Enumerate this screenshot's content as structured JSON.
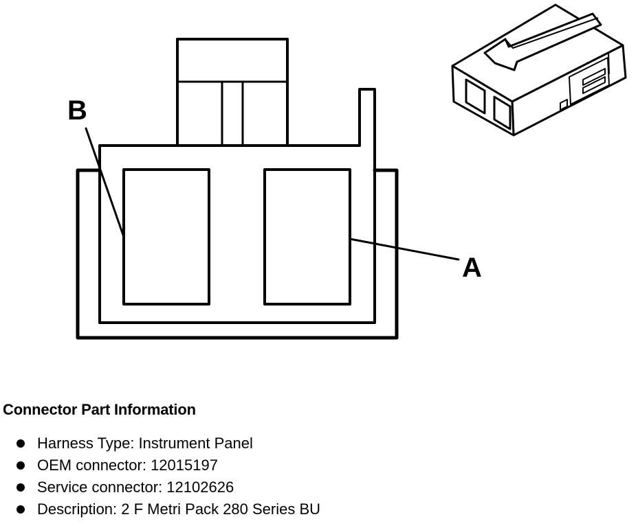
{
  "callouts": {
    "a": "A",
    "b": "B"
  },
  "info": {
    "title": "Connector Part Information",
    "items": [
      "Harness Type: Instrument Panel",
      "OEM connector: 12015197",
      "Service connector: 12102626",
      "Description: 2 F Metri Pack 280 Series BU"
    ]
  }
}
